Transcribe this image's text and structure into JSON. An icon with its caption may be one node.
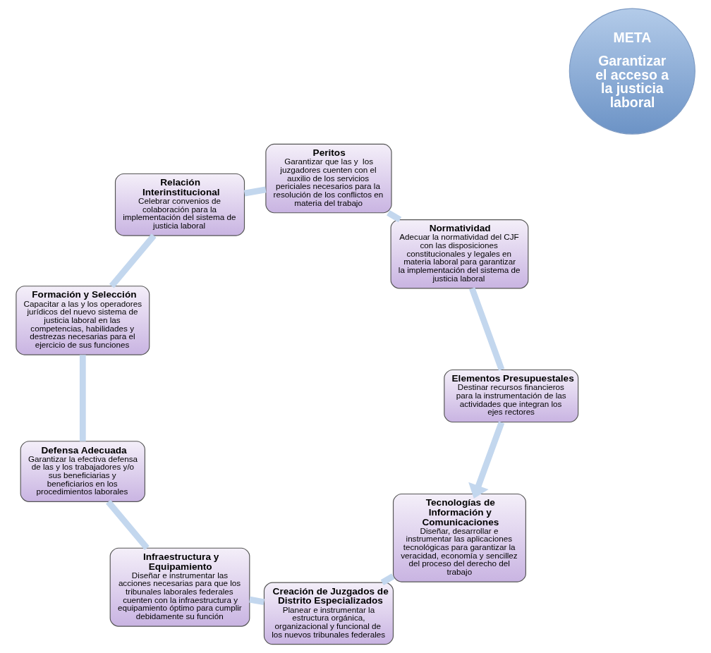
{
  "diagram": {
    "nodes": [
      {
        "text": [
          "Tecnologías de Información y Comunicaciones",
          "Diseñar, desarrollar e instrumentar las aplicaciones tecnológicas para garantizar la veracidad, economía y sencillez del proceso del derecho del trabajo"
        ]
      },
      {
        "text": [
          "Creación de Juzgados de Distrito Especializados",
          "Planear e instrumentar la estructura orgánica, organizacional y funcional de los nuevos tribunales federales"
        ]
      },
      {
        "text": [
          "Infraestructura y Equipamiento",
          "Diseñar e instrumentar las acciones necesarias para que los tribunales laborales federales cuenten con la infraestructura y equipamiento óptimo para cumplir debidamente su función"
        ]
      },
      {
        "text": [
          "Defensa Adecuada",
          "Garantizar la efectiva defensa de las y los trabajadores y/o sus beneficiarias y beneficiarios en los procedimientos laborales"
        ]
      },
      {
        "text": [
          "Formación y Selección",
          "Capacitar a las y los operadores jurídicos del nuevo sistema de justicia laboral en las competencias, habilidades y destrezas necesarias para el ejercicio de sus funciones"
        ]
      },
      {
        "text": [
          "Relación Interinstitucional",
          "Celebrar convenios de colaboración para la implementación del sistema de justicia laboral"
        ]
      },
      {
        "text": [
          "Peritos",
          "Garantizar que las y  los juzgadores cuenten con el auxilio de los servicios periciales necesarios para la resolución de los conflictos en materia del trabajo"
        ]
      },
      {
        "text": [
          "Normatividad",
          "Adecuar la normatividad del CJF con las disposiciones constitucionales y legales en materia laboral para garantizar la implementación del sistema de justicia laboral"
        ]
      },
      {
        "text": [
          "Elementos Presupuestales",
          "Destinar recursos financieros para la instrumentación de las actividades que integran los ejes rectores"
        ]
      },
      {
        "text": [
          "META",
          "Garantizar el acceso a la justicia laboral"
        ]
      }
    ],
    "edges": [
      {
        "from": 0,
        "to": 1,
        "arrow": "none"
      },
      {
        "from": 1,
        "to": 2,
        "arrow": "none"
      },
      {
        "from": 2,
        "to": 3,
        "arrow": "none"
      },
      {
        "from": 3,
        "to": 4,
        "arrow": "none"
      },
      {
        "from": 4,
        "to": 5,
        "arrow": "none"
      },
      {
        "from": 5,
        "to": 6,
        "arrow": "none"
      },
      {
        "from": 6,
        "to": 7,
        "arrow": "none"
      },
      {
        "from": 7,
        "to": 8,
        "arrow": "none"
      },
      {
        "from": 8,
        "to": 0,
        "arrow": "to"
      }
    ]
  }
}
